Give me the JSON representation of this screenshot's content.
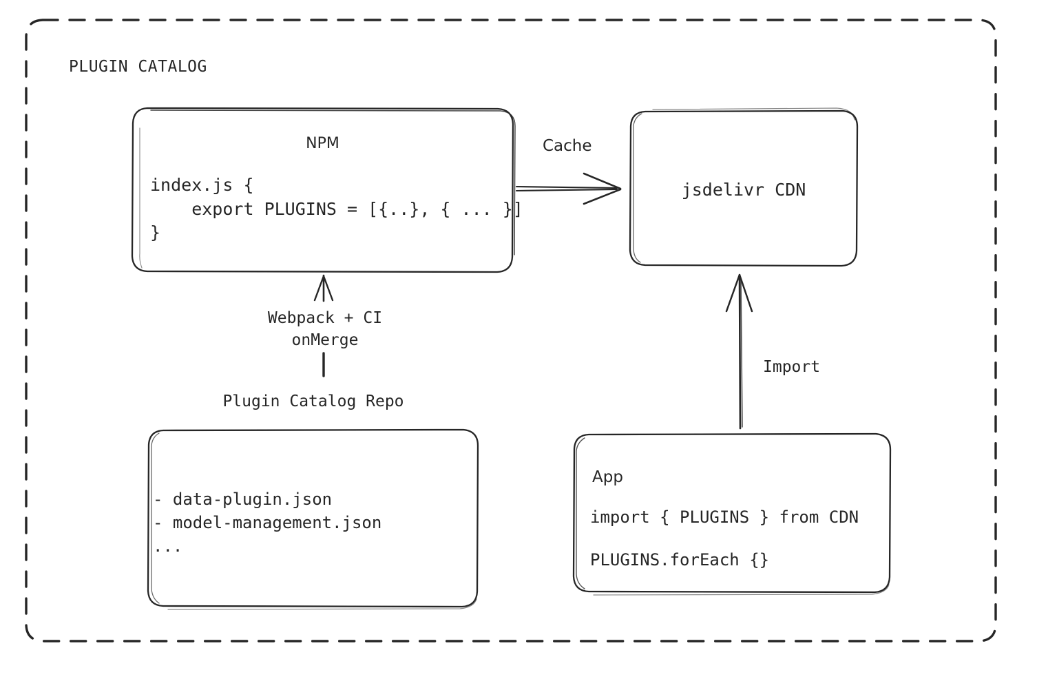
{
  "diagram": {
    "type": "architecture-flow",
    "container": {
      "title": "PLUGIN CATALOG",
      "border_style": "dashed",
      "stroke_color": "#262626"
    },
    "nodes": [
      {
        "id": "npm",
        "title": "NPM",
        "code_lines": [
          "index.js {",
          "    export PLUGINS = [{..}, { ... }]",
          "}"
        ]
      },
      {
        "id": "cdn",
        "title": "jsdelivr CDN"
      },
      {
        "id": "repo",
        "caption": "Plugin Catalog Repo",
        "items": [
          "- data-plugin.json",
          "- model-management.json",
          "..."
        ]
      },
      {
        "id": "app",
        "title": "App",
        "code_line_1": "import { PLUGINS } from CDN",
        "code_line_2": "PLUGINS.forEach {}"
      }
    ],
    "edges": [
      {
        "id": "npm-to-cdn",
        "label": "Cache",
        "from": "npm",
        "to": "cdn",
        "direction": "right"
      },
      {
        "id": "repo-to-npm",
        "label_line_1": "Webpack + CI",
        "label_line_2": "onMerge",
        "from": "repo",
        "to": "npm",
        "direction": "up"
      },
      {
        "id": "app-to-cdn",
        "label": "Import",
        "from": "app",
        "to": "cdn",
        "direction": "up"
      }
    ]
  },
  "colors": {
    "ink": "#262626",
    "background": "#ffffff"
  }
}
